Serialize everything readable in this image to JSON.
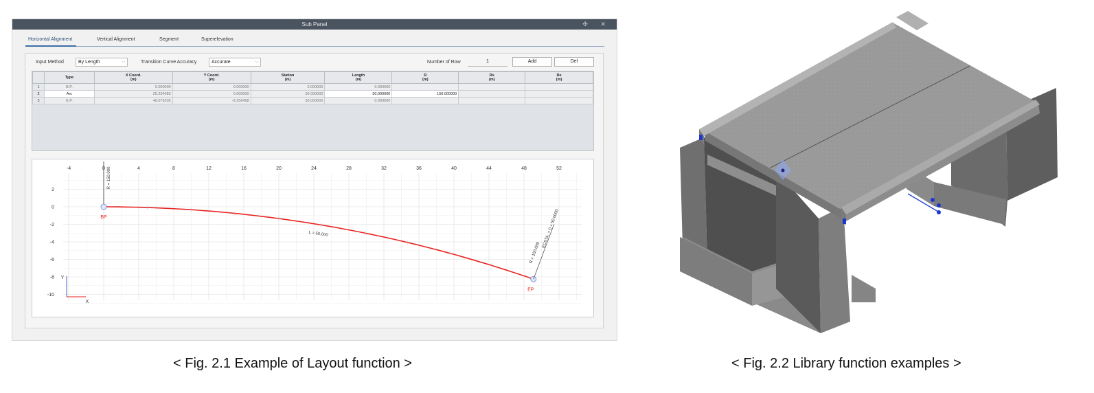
{
  "window": {
    "title": "Sub Panel",
    "icons": "✣ ✕"
  },
  "tabs": [
    {
      "label": "Horizontal Alignment",
      "active": true
    },
    {
      "label": "Vertical Alignment"
    },
    {
      "label": "Segment"
    },
    {
      "label": "Superelevation"
    }
  ],
  "controls": {
    "input_method_label": "Input Method",
    "input_method_value": "By Length",
    "accuracy_label": "Transition Curve Accuracy",
    "accuracy_value": "Accurate",
    "rows_label": "Number of Row",
    "rows_value": "1",
    "add_label": "Add",
    "del_label": "Del"
  },
  "grid": {
    "headers": [
      {
        "line1": "Type",
        "line2": ""
      },
      {
        "line1": "X Coord.",
        "line2": "(m)"
      },
      {
        "line1": "Y Coord.",
        "line2": "(m)"
      },
      {
        "line1": "Station",
        "line2": "(m)"
      },
      {
        "line1": "Length",
        "line2": "(m)"
      },
      {
        "line1": "R",
        "line2": "(m)"
      },
      {
        "line1": "Rs",
        "line2": "(m)"
      },
      {
        "line1": "Re",
        "line2": "(m)"
      }
    ],
    "rows": [
      {
        "n": "1",
        "type": "B.P.",
        "x": "0.000000",
        "y": "0.000000",
        "station": "0.000000",
        "length": "0.000000",
        "r": "",
        "rs": "",
        "re": ""
      },
      {
        "n": "2",
        "type": "Arc",
        "x": "25.234083",
        "y": "0.000000",
        "station": "50.000000",
        "length": "50.000000",
        "r": "150.000000",
        "rs": "",
        "re": ""
      },
      {
        "n": "3",
        "type": "E.P.",
        "x": "49.079205",
        "y": "-8.256458",
        "station": "50.000000",
        "length": "0.000000",
        "r": "",
        "rs": "",
        "re": ""
      }
    ]
  },
  "plot": {
    "x_ticks": [
      "-4",
      "0",
      "4",
      "8",
      "12",
      "16",
      "20",
      "24",
      "28",
      "32",
      "36",
      "40",
      "44",
      "48",
      "52"
    ],
    "y_ticks": [
      "2",
      "0",
      "-2",
      "-4",
      "-6",
      "-8",
      "-10"
    ],
    "bp_label": "BP",
    "ep_label": "EP",
    "bp_radius_label": "R = 150.000",
    "length_label": "L = 50.000",
    "ep_radius_label": "R = 150.000",
    "station_label": "ECSTA. = 0 + 50.0000",
    "axis_x": "X",
    "axis_y": "Y",
    "curve_color": "#e8231f"
  },
  "captions": {
    "fig1": "< Fig. 2.1 Example of Layout function >",
    "fig2": "< Fig. 2.2 Library function examples >"
  }
}
